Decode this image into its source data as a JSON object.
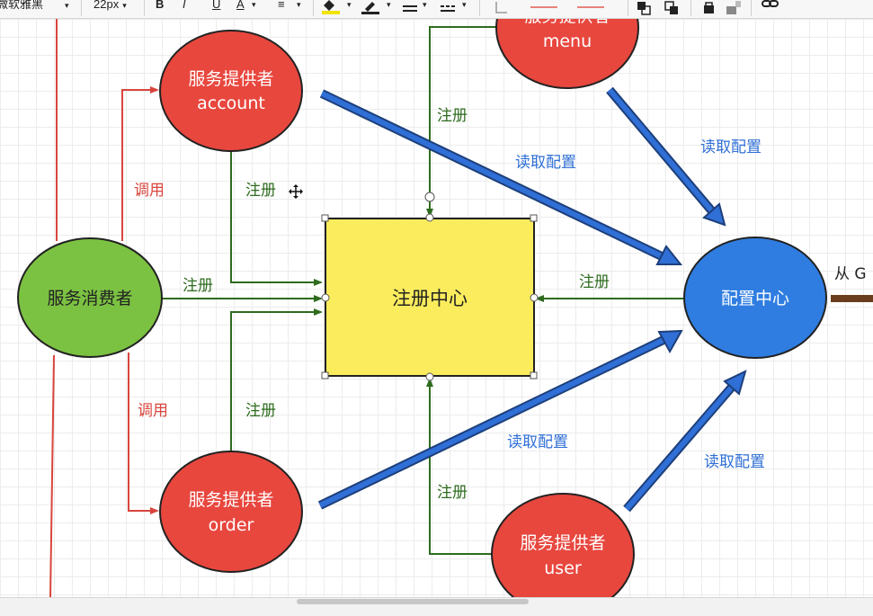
{
  "toolbar": {
    "font_name": "微软雅黑",
    "font_size": "22px",
    "bold_label": "B",
    "italic_label": "I",
    "underline_label": "U",
    "font_color_label": "A",
    "align_icon": "align-left-icon",
    "fill_icon": "paint-bucket-icon",
    "line_color_icon": "pencil-icon",
    "line_style_icon": "line-style-icon",
    "dash_style_icon": "dash-style-icon",
    "waypoint_icon": "waypoint-icon",
    "connection_icon": "connection-icon",
    "to_front_icon": "to-front-icon",
    "to_back_icon": "to-back-icon",
    "lock_icon": "lock-icon",
    "unlock_icon": "unlock-icon",
    "link_icon": "link-icon"
  },
  "diagram": {
    "nodes": {
      "registry": "注册中心",
      "config_center": "配置中心",
      "consumer": "服务消费者",
      "provider_account_title": "服务提供者",
      "provider_account_name": "account",
      "provider_order_title": "服务提供者",
      "provider_order_name": "order",
      "provider_user_title": "服务提供者",
      "provider_user_name": "user",
      "provider_menu_title": "服务提供者",
      "provider_menu_name": "menu"
    },
    "edge_labels": {
      "account_register": "注册",
      "menu_register": "注册",
      "consumer_register": "注册",
      "order_register": "注册",
      "user_register": "注册",
      "config_register": "注册",
      "call_account": "调用",
      "call_order": "调用",
      "account_read_config": "读取配置",
      "menu_read_config": "读取配置",
      "order_read_config": "读取配置",
      "user_read_config": "读取配置",
      "from_git": "从 G"
    },
    "colors": {
      "provider": "#e8473e",
      "consumer": "#7cc242",
      "config": "#2f7de1",
      "registry": "#fbec5d",
      "register_edge": "#2e6b1e",
      "call_edge": "#d9453d",
      "read_edge": "#2f6fd6"
    }
  }
}
